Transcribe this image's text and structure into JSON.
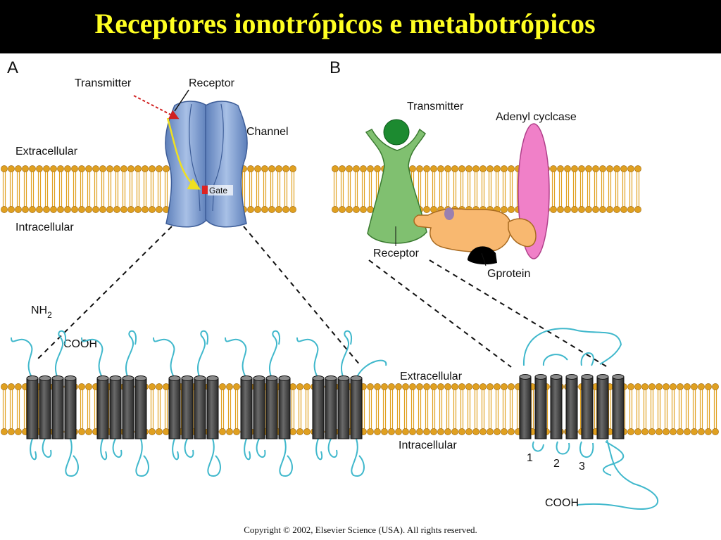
{
  "title": "Receptores ionotrópicos e metabotrópicos",
  "panel_a": {
    "letter": "A",
    "transmitter": "Transmitter",
    "receptor": "Receptor",
    "channel": "Channel",
    "extracellular": "Extracellular",
    "intracellular": "Intracellular",
    "gate": "Gate"
  },
  "panel_b": {
    "letter": "B",
    "transmitter": "Transmitter",
    "adenyl_cyclase": "Adenyl cyclcase",
    "receptor": "Receptor",
    "gprotein": "Gprotein"
  },
  "bottom_left": {
    "nh": "NH",
    "nh_sub": "2",
    "cooh": "COOH"
  },
  "bottom_right": {
    "extracellular": "Extracellular",
    "intracellular": "Intracellular",
    "loop1": "1",
    "loop2": "2",
    "loop3": "3",
    "cooh": "COOH"
  },
  "copyright": "Copyright © 2002, Elsevier Science (USA). All rights reserved.",
  "colors": {
    "title": "#ffff22",
    "lipid": "#e0a020",
    "channel": "#7f9fd0",
    "receptor_b": "#80c070",
    "transmitter_b": "#1c8a30",
    "adenyl_cyclase": "#f080c8",
    "gprotein": "#f8b870",
    "helix": "#444444",
    "chain": "#40b8cc"
  }
}
